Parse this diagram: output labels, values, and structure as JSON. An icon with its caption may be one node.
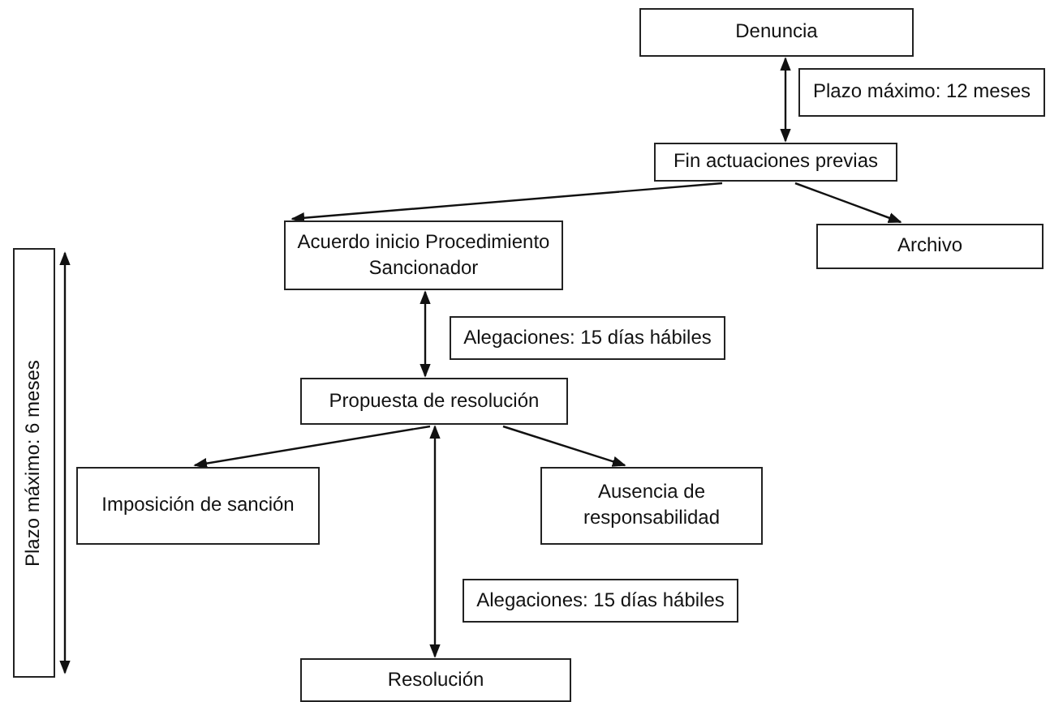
{
  "diagram": {
    "nodes": [
      {
        "text": [
          "Denuncia"
        ]
      },
      {
        "text": [
          "Plazo máximo: 12 meses"
        ]
      },
      {
        "text": [
          "Fin actuaciones previas"
        ]
      },
      {
        "text": [
          "Acuerdo inicio Procedimiento Sancionador"
        ]
      },
      {
        "text": [
          "Archivo"
        ]
      },
      {
        "text": [
          "Alegaciones: 15 días hábiles"
        ]
      },
      {
        "text": [
          "Propuesta de resolución"
        ]
      },
      {
        "text": [
          "Imposición de sanción"
        ]
      },
      {
        "text": [
          "Ausencia de responsabilidad"
        ]
      },
      {
        "text": [
          "Alegaciones: 15 días hábiles"
        ]
      },
      {
        "text": [
          "Resolución"
        ]
      },
      {
        "text": [
          "Plazo máximo: 6 meses"
        ]
      }
    ],
    "edges": [
      {
        "from": 0,
        "to": 2,
        "arrow": "both"
      },
      {
        "from": 2,
        "to": 3,
        "arrow": "to"
      },
      {
        "from": 2,
        "to": 4,
        "arrow": "to"
      },
      {
        "from": 3,
        "to": 6,
        "arrow": "both"
      },
      {
        "from": 6,
        "to": 7,
        "arrow": "to"
      },
      {
        "from": 6,
        "to": 8,
        "arrow": "to"
      },
      {
        "from": 6,
        "to": 10,
        "arrow": "both"
      }
    ]
  }
}
